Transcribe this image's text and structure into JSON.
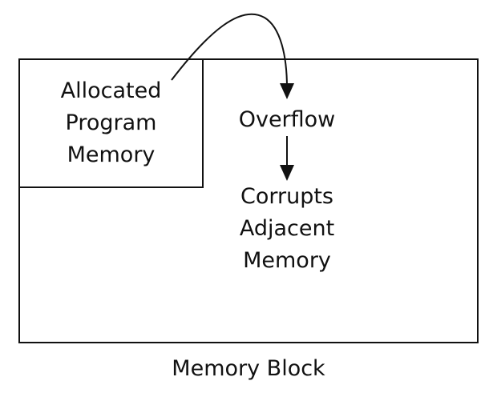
{
  "diagram": {
    "outer_block_caption": "Memory Block",
    "allocated_region": {
      "lines": [
        "Allocated",
        "Program",
        "Memory"
      ]
    },
    "overflow_label": "Overflow",
    "effect": {
      "lines": [
        "Corrupts",
        "Adjacent",
        "Memory"
      ]
    }
  }
}
